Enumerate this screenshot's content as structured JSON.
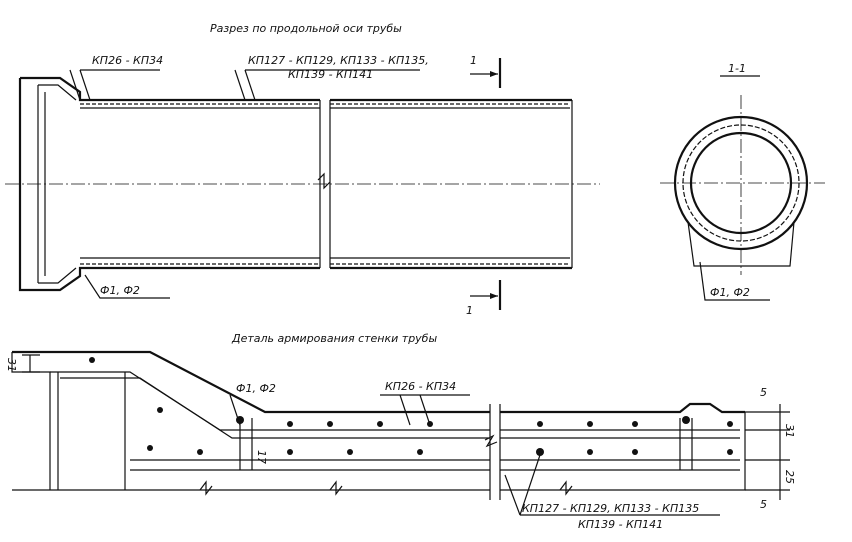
{
  "titles": {
    "longitudinal_section": "Разрез по продольной оси трубы",
    "wall_detail": "Деталь армирования стенки трубы",
    "cross_section": "1-1"
  },
  "labels": {
    "kp26_34": "КП26 - КП34",
    "kp127_line1": "КП127 - КП129, КП133 - КП135,",
    "kp127_line2": "КП139 - КП141",
    "kp127_detail_line1": "КП127 - КП129, КП133 - КП135",
    "f1f2": "Ф1, Ф2",
    "section_mark": "1"
  },
  "dimensions": {
    "d5_top": "5",
    "d31_right": "31",
    "d25": "25",
    "d5_bottom": "5",
    "d31_left": "31",
    "d17": "17"
  }
}
